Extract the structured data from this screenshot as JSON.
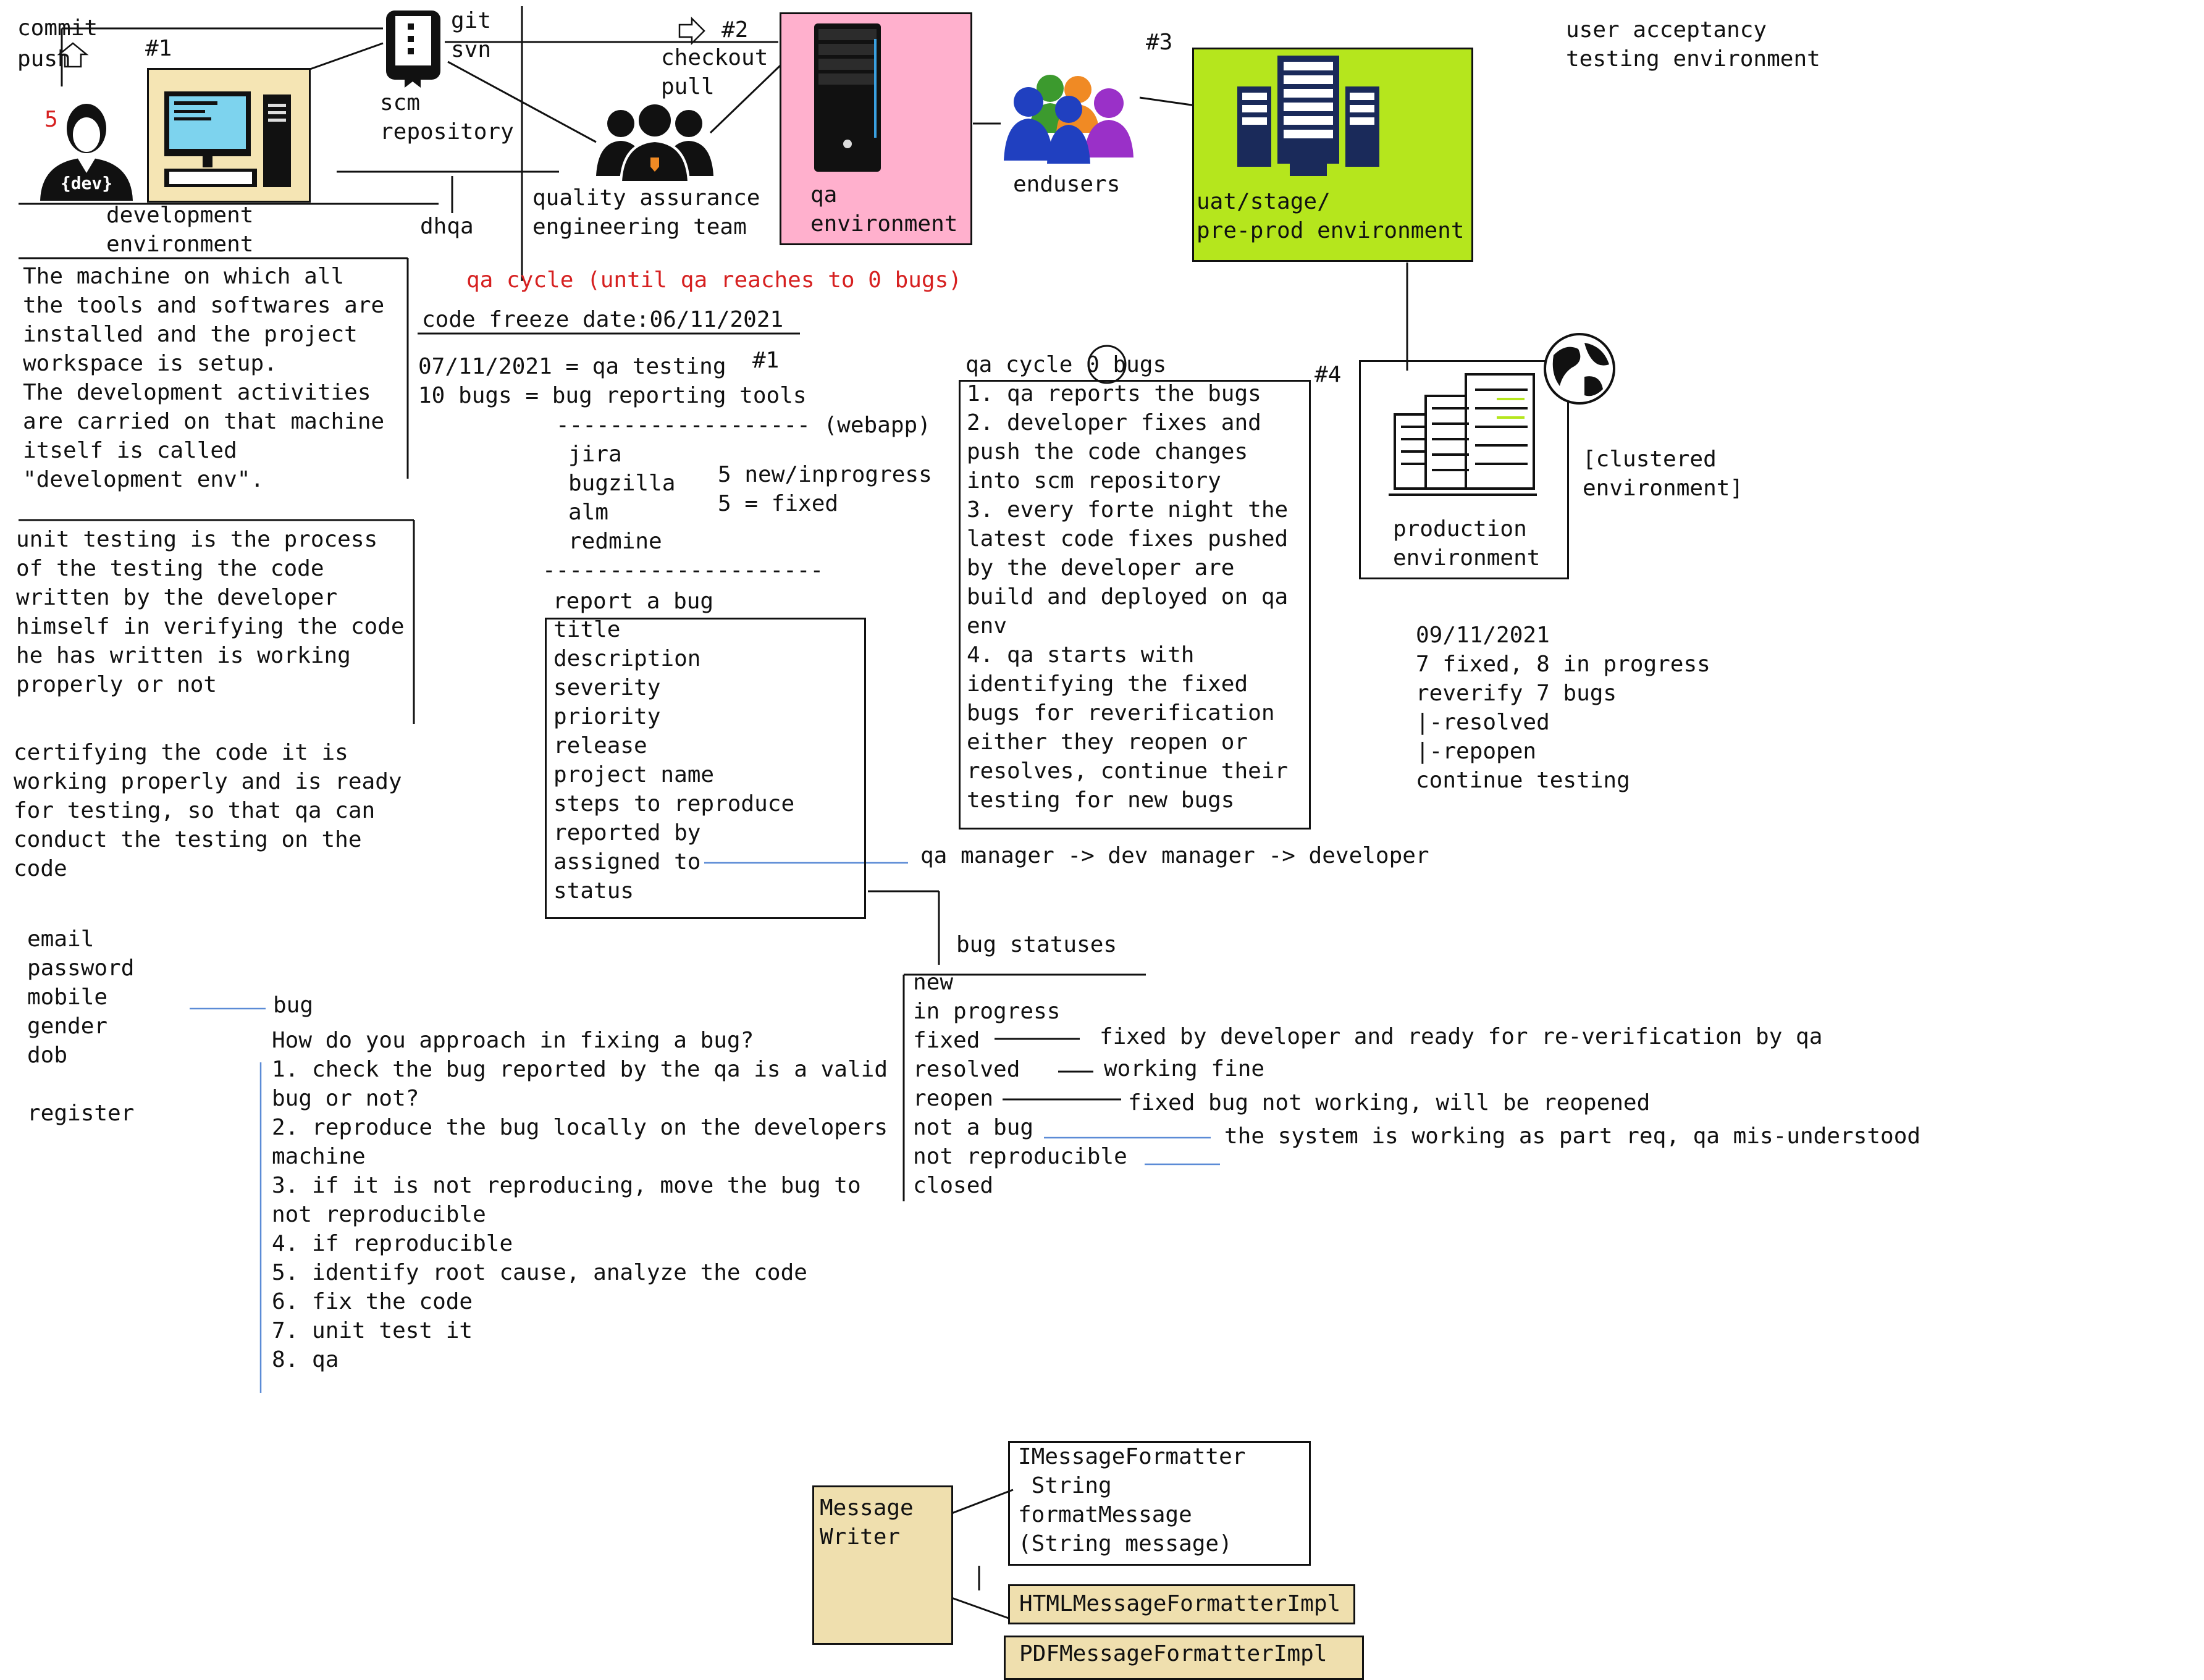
{
  "top": {
    "commit": "commit",
    "push": "push",
    "num5": "5",
    "num1": "#1",
    "dev_badge": "{dev}",
    "dev_env_label": "development\nenvironment",
    "git_svn": "git\nsvn",
    "scm_repo": "scm\nrepository",
    "dhqa": "dhqa",
    "num2": "#2",
    "checkout_pull": "checkout\npull",
    "qa_team": "quality assurance\nengineering team",
    "qa_env": "qa\nenvironment",
    "endusers": "endusers",
    "num3": "#3",
    "uat_heading": "user acceptancy\ntesting environment",
    "uat_env": "uat/stage/\npre-prod environment",
    "qa_cycle_red": "qa cycle (until qa reaches to 0 bugs)",
    "code_freeze": "code freeze date:06/11/2021",
    "num4": "#4",
    "clustered": "[clustered\nenvironment]",
    "prod_env": "production\nenvironment"
  },
  "left": {
    "dev_env_desc": "The machine on which all\nthe tools and softwares are\ninstalled and the project\nworkspace is setup.\nThe development activities\nare carried on that machine\nitself is called\n\"development env\".",
    "unit_testing": "unit testing is the process\nof the testing the code\nwritten by the developer\nhimself in verifying the code\nhe has written is working\nproperly or not",
    "certifying": "certifying the code it is\nworking properly and is ready\nfor testing, so that qa can\nconduct the testing on the\ncode",
    "form_fields": "email\npassword\nmobile\ngender\ndob\n\nregister"
  },
  "middle": {
    "qa_testing": "07/11/2021 = qa testing",
    "num1b": "#1",
    "bugs_tools": "10 bugs = bug reporting tools",
    "webapp_line": "------------------- (webapp)",
    "tools": "jira\nbugzilla\nalm\nredmine",
    "new_inprogress": "5 new/inprogress\n5 = fixed",
    "dash_line": "---------------------",
    "report_bug": "report a bug",
    "bug_fields": "title\ndescription\nseverity\npriority\nrelease\nproject name\nsteps to reproduce\nreported by\nassigned to\nstatus",
    "assign_flow": "qa manager -> dev manager -> developer",
    "bug_label": "bug",
    "approach": "How do you approach in fixing a bug?\n1. check the bug reported by the qa is a valid\nbug or not?\n2. reproduce the bug locally on the developers\nmachine\n3. if it is not reproducing, move the bug to\nnot reproducible\n4. if reproducible\n5. identify root cause, analyze the code\n6. fix the code\n7. unit test it\n8. qa"
  },
  "qa_cycle_box": {
    "heading_pre": "qa cycle ",
    "heading_zero": "0",
    "heading_post": " bugs",
    "steps": "1. qa reports the bugs\n2. developer fixes and\npush the code changes\ninto scm repository\n3. every forte night the\nlatest code fixes pushed\nby the developer are\nbuild and deployed on qa\nenv\n4. qa starts with\nidentifying the fixed\nbugs for reverification\neither they reopen or\nresolves, continue their\ntesting for new bugs",
    "note_date": "09/11/2021\n7 fixed, 8 in progress\nreverify 7 bugs\n|-resolved\n|-repopen\ncontinue testing"
  },
  "statuses": {
    "heading": "bug statuses",
    "list": "new\nin progress\nfixed\nresolved\nreopen\nnot a bug\nnot reproducible\nclosed",
    "fixed_desc": "fixed by developer and ready for re-verification by qa",
    "resolved_desc": "working fine",
    "reopen_desc": "fixed bug not working, will be reopened",
    "notabug_desc": "the system is working as part req, qa mis-understood"
  },
  "uml": {
    "writer": "Message\nWriter",
    "interface": "IMessageFormatter\n String\nformatMessage\n(String message)",
    "html_impl": "HTMLMessageFormatterImpl",
    "pdf_impl": "PDFMessageFormatterImpl"
  },
  "colors": {
    "dev_box": "#f5e5b4",
    "qa_env_box": "#ffb0cd",
    "uat_box": "#b5e61d",
    "uml_fill": "#efdfae",
    "red_text": "#d62020",
    "blue_line": "#5b8bd6"
  }
}
